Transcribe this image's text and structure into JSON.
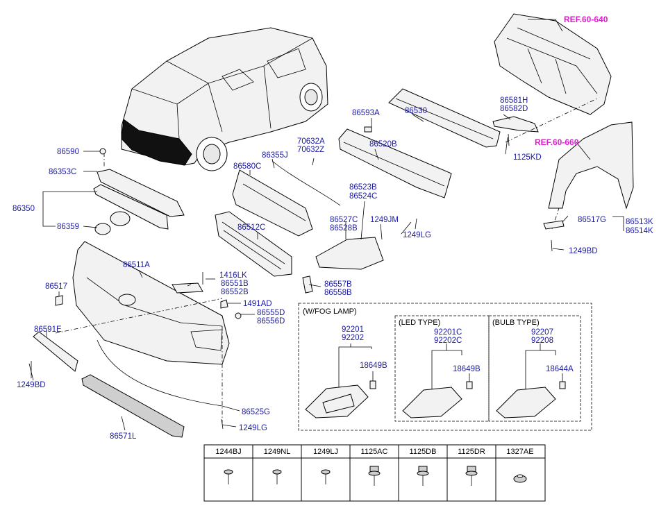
{
  "labels": {
    "l86590": "86590",
    "l86353C": "86353C",
    "l86350": "86350",
    "l86359": "86359",
    "l86355J": "86355J",
    "l70632A": "70632A",
    "l70632Z": "70632Z",
    "l86580C": "86580C",
    "l86593A": "86593A",
    "l86530": "86530",
    "l86520B": "86520B",
    "l86523B": "86523B",
    "l86524C": "86524C",
    "l86512C": "86512C",
    "l86527C": "86527C",
    "l86528B": "86528B",
    "l1249JM": "1249JM",
    "l1249LGa": "1249LG",
    "l86581H": "86581H",
    "l86582D": "86582D",
    "l1125KD": "1125KD",
    "l86517G": "86517G",
    "l86513K": "86513K",
    "l86514K": "86514K",
    "l1249BDr": "1249BD",
    "l86511A": "86511A",
    "l86517": "86517",
    "l1416LK": "1416LK",
    "l86551B": "86551B",
    "l86552B": "86552B",
    "l86557B": "86557B",
    "l86558B": "86558B",
    "l1491AD": "1491AD",
    "l86555D": "86555D",
    "l86556D": "86556D",
    "l86591E": "86591E",
    "l1249BDl": "1249BD",
    "l86525G": "86525G",
    "l1249LGb": "1249LG",
    "l86571L": "86571L"
  },
  "refs": {
    "ref1": "REF.60-640",
    "ref2": "REF.60-660"
  },
  "fog": {
    "header": "(W/FOG LAMP)",
    "main_a": "92201",
    "main_b": "92202",
    "main_screw": "18649B",
    "led_header": "(LED TYPE)",
    "led_a": "92201C",
    "led_b": "92202C",
    "led_screw": "18649B",
    "bulb_header": "(BULB TYPE)",
    "bulb_a": "92207",
    "bulb_b": "92208",
    "bulb_screw": "18644A"
  },
  "fasteners": [
    "1244BJ",
    "1249NL",
    "1249LJ",
    "1125AC",
    "1125DB",
    "1125DR",
    "1327AE"
  ]
}
